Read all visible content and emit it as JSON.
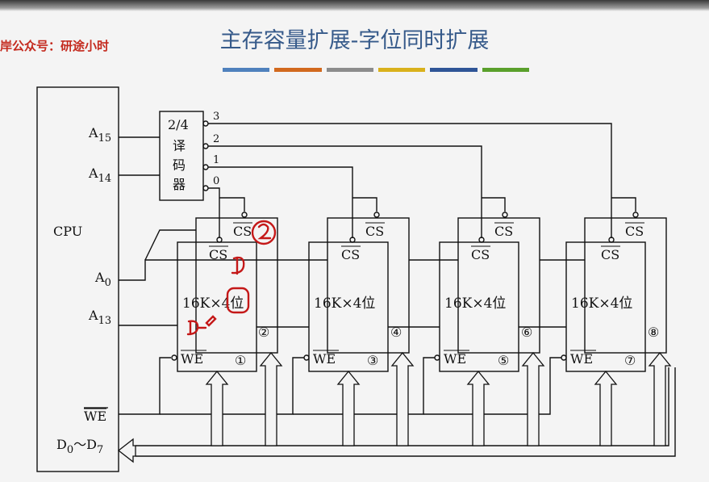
{
  "header": {
    "watermark": "岸公众号：研途小时",
    "title": "主存容量扩展-字位同时扩展",
    "stripe_colors": [
      "#4f81bd",
      "#d2691e",
      "#8c8c8c",
      "#d9b11c",
      "#2f5597",
      "#5aa02c"
    ]
  },
  "cpu": {
    "label": "CPU",
    "pins": {
      "a15": {
        "base": "A",
        "sub": "15"
      },
      "a14": {
        "base": "A",
        "sub": "14"
      },
      "a0": {
        "base": "A",
        "sub": "0"
      },
      "a13": {
        "base": "A",
        "sub": "13"
      },
      "we": "WE",
      "data": {
        "d0": "D",
        "d0_sub": "0",
        "tilde": "～",
        "d7": "D",
        "d7_sub": "7"
      }
    }
  },
  "decoder": {
    "lines": [
      "2/4",
      "译",
      "码",
      "器"
    ],
    "outputs": [
      "3",
      "2",
      "1",
      "0"
    ]
  },
  "chips": [
    {
      "label": "16K×4位",
      "cs": "CS",
      "we": "WE",
      "num_a": "①",
      "num_b": "②"
    },
    {
      "label": "16K×4位",
      "cs": "CS",
      "we": "WE",
      "num_a": "③",
      "num_b": "④"
    },
    {
      "label": "16K×4位",
      "cs": "CS",
      "we": "WE",
      "num_a": "⑤",
      "num_b": "⑥"
    },
    {
      "label": "16K×4位",
      "cs": "CS",
      "we": "WE",
      "num_a": "⑦",
      "num_b": "⑧"
    }
  ],
  "annotations": {
    "ink_color": "#c41818"
  }
}
